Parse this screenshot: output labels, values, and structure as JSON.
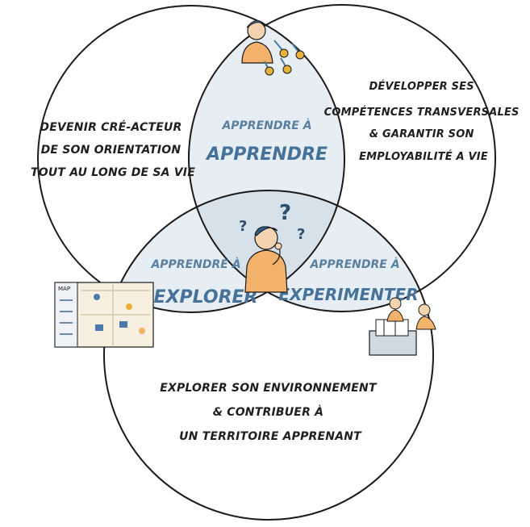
{
  "circles": {
    "top_left": {
      "lines": [
        "DEVENIR CRÉ-ACTEUR",
        "DE SON ORIENTATION",
        "TOUT AU LONG DE SA VIE"
      ]
    },
    "top_right": {
      "lines": [
        "DÉVELOPPER SES",
        "COMPÉTENCES TRANSVERSALES",
        "& GARANTIR SON",
        "EMPLOYABILITÉ A VIE"
      ]
    },
    "bottom": {
      "lines": [
        "EXPLORER SON ENVIRONNEMENT",
        "& CONTRIBUER À",
        "UN TERRITOIRE APPRENANT"
      ]
    }
  },
  "intersections": {
    "top": {
      "small": "APPRENDRE À",
      "big": "APPRENDRE"
    },
    "left": {
      "small": "APPRENDRE À",
      "big": "EXPLORER"
    },
    "right": {
      "small": "APPRENDRE À",
      "big": "EXPERIMENTER"
    }
  },
  "map_label": "MAP",
  "colors": {
    "outline": "#1a1a1a",
    "lens": "#e6edf3",
    "center": "#d6e1ea",
    "accent_text": "#46729a",
    "medal": "#e8b23a",
    "shirt": "#f2b26b"
  },
  "icons": [
    "person-with-medals",
    "thinking-person",
    "map",
    "workers-at-machine"
  ]
}
